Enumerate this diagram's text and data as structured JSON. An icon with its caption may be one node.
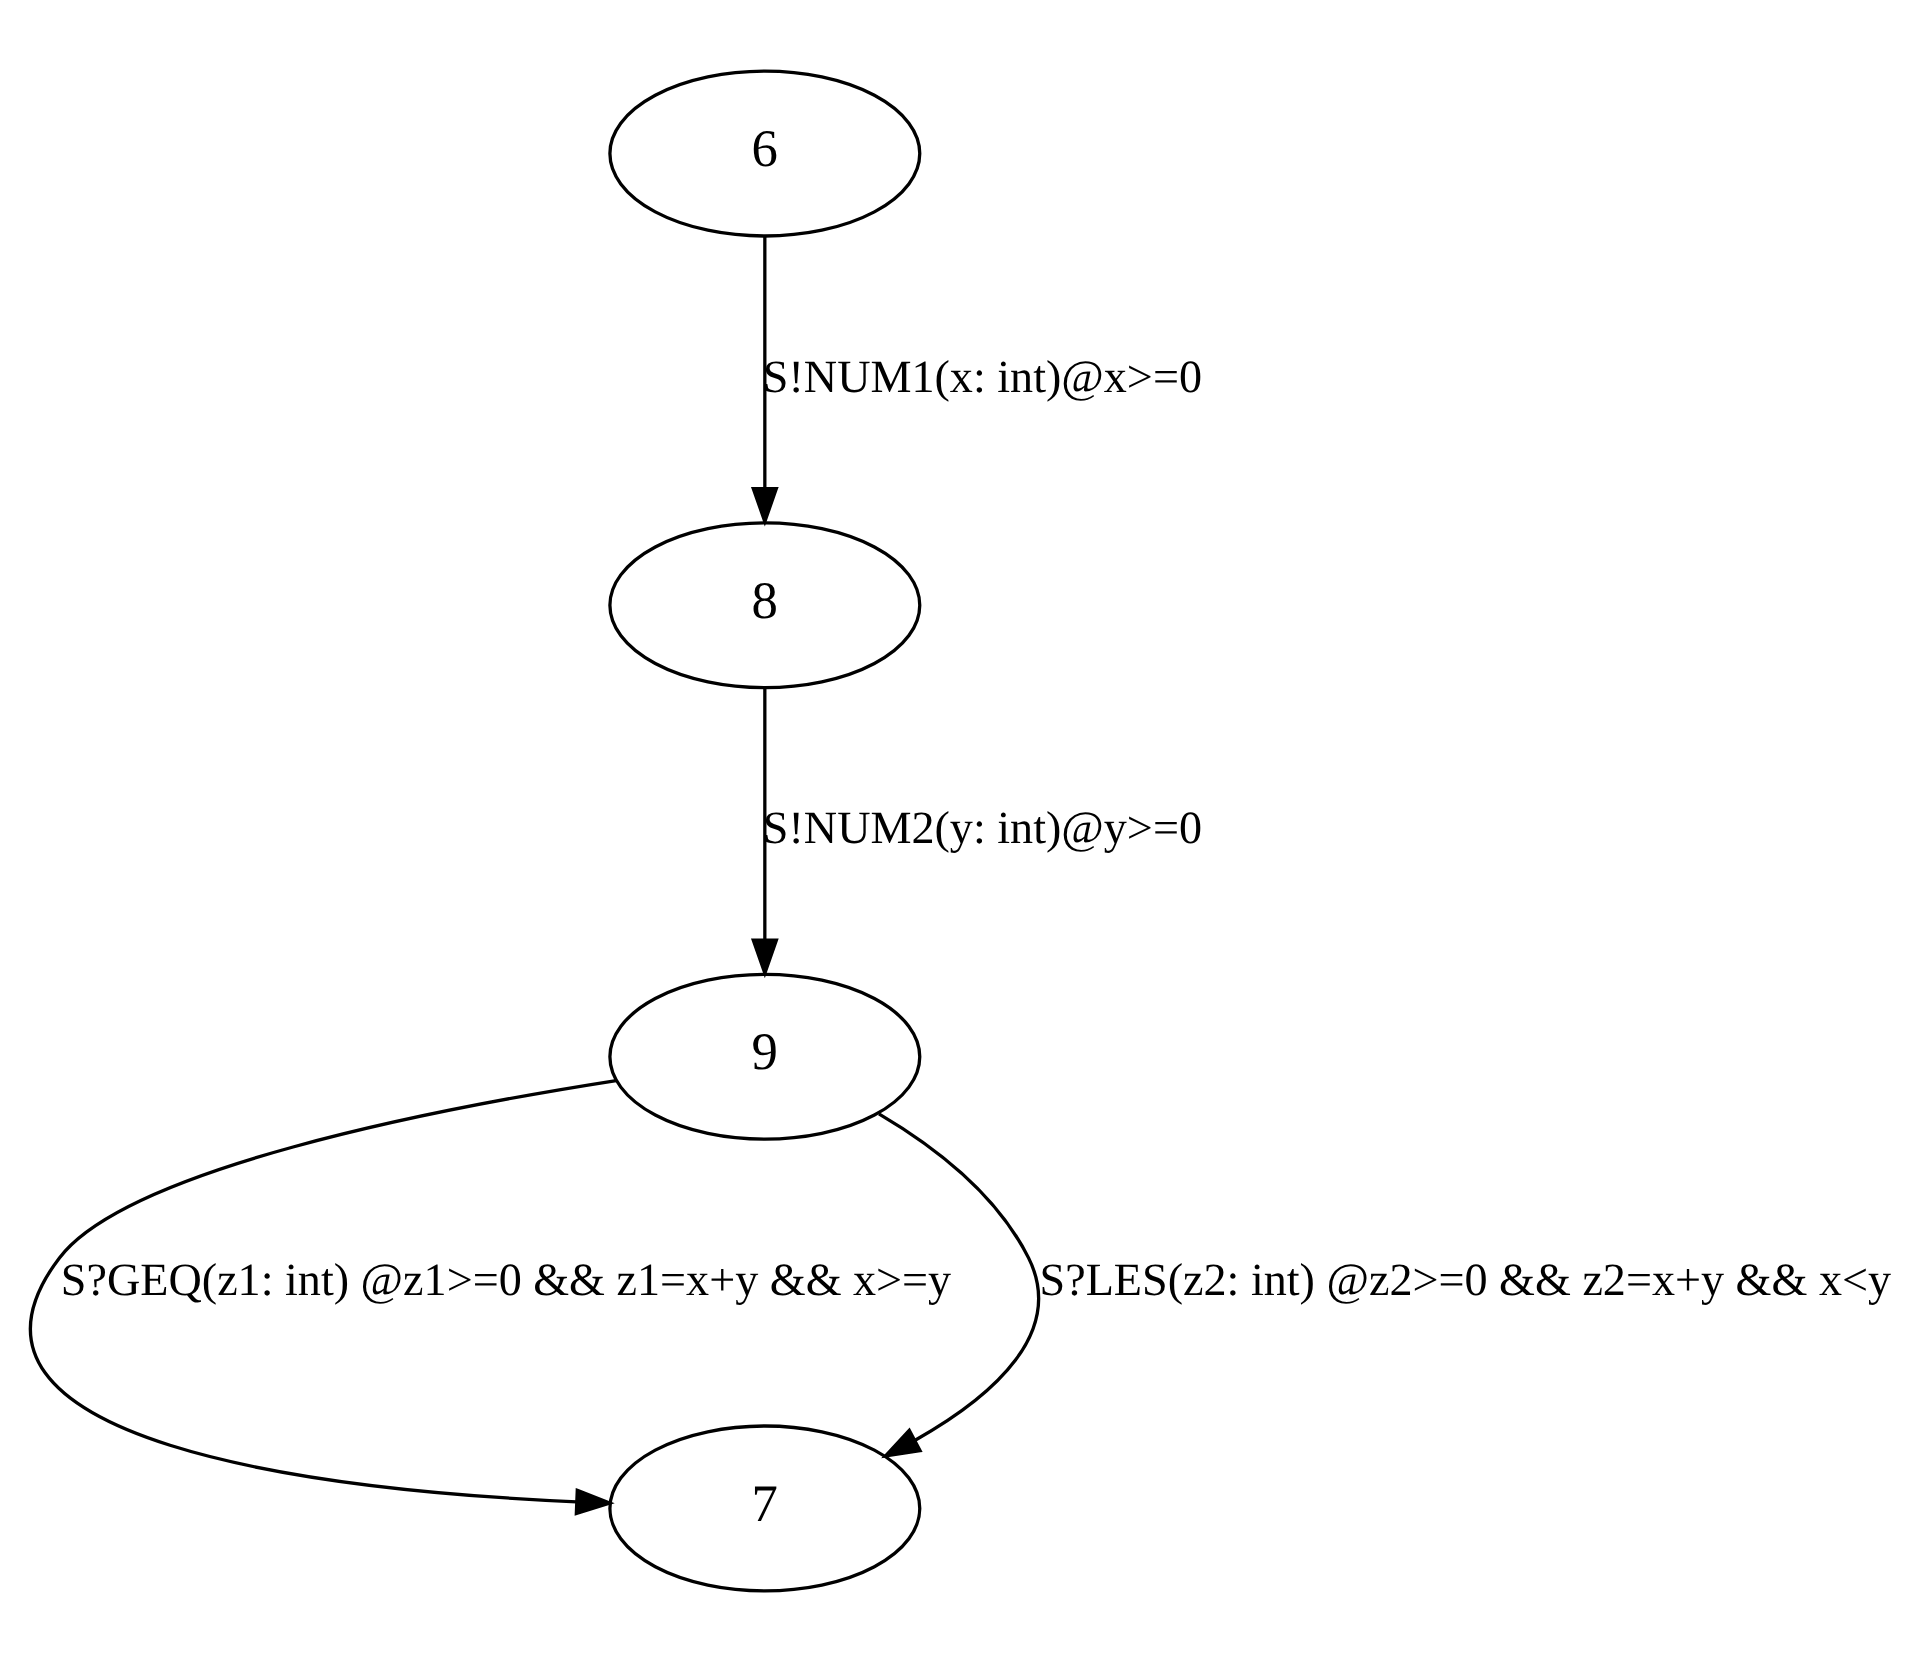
{
  "diagram": {
    "nodes": [
      {
        "text": [
          "6"
        ]
      },
      {
        "text": [
          "8"
        ]
      },
      {
        "text": [
          "9"
        ]
      },
      {
        "text": [
          "7"
        ]
      }
    ],
    "edges": [
      {
        "from": 0,
        "to": 1,
        "arrow": "to",
        "label": "S!NUM1(x: int)@x>=0"
      },
      {
        "from": 1,
        "to": 2,
        "arrow": "to",
        "label": "S!NUM2(y: int)@y>=0"
      },
      {
        "from": 2,
        "to": 3,
        "arrow": "to",
        "label": "S?GEQ(z1: int) @z1>=0 && z1=x+y && x>=y"
      },
      {
        "from": 2,
        "to": 3,
        "arrow": "to",
        "label": "S?LES(z2: int) @z2>=0 && z2=x+y && x<y"
      }
    ]
  }
}
